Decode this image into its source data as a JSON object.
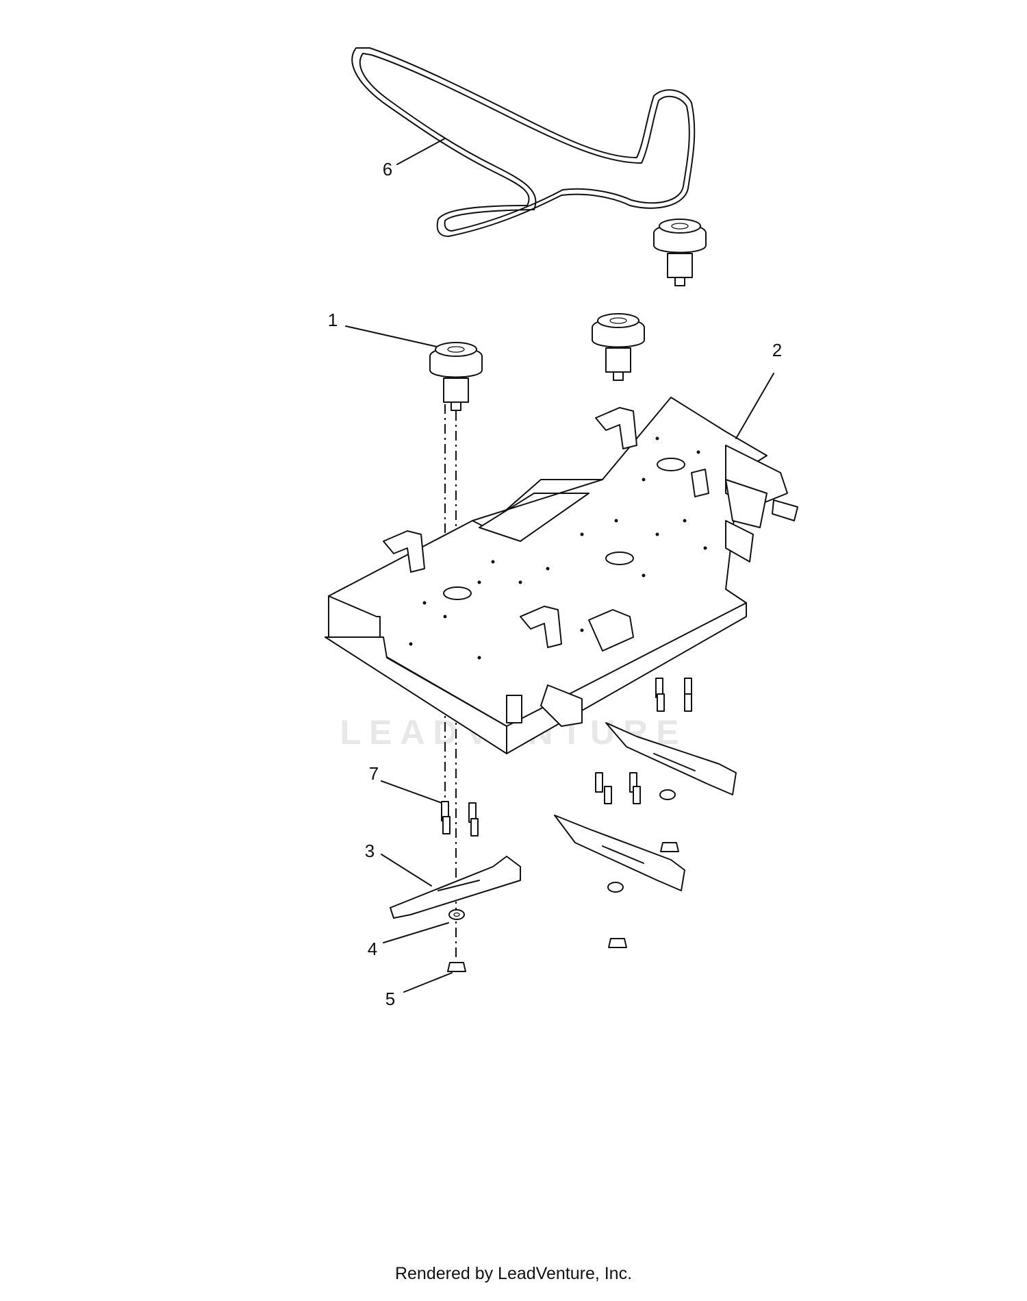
{
  "callouts": [
    "1",
    "2",
    "3",
    "4",
    "5",
    "6",
    "7"
  ],
  "footer": {
    "text": "Rendered by LeadVenture, Inc."
  },
  "watermark": {
    "text": "LEADVENTURE"
  }
}
